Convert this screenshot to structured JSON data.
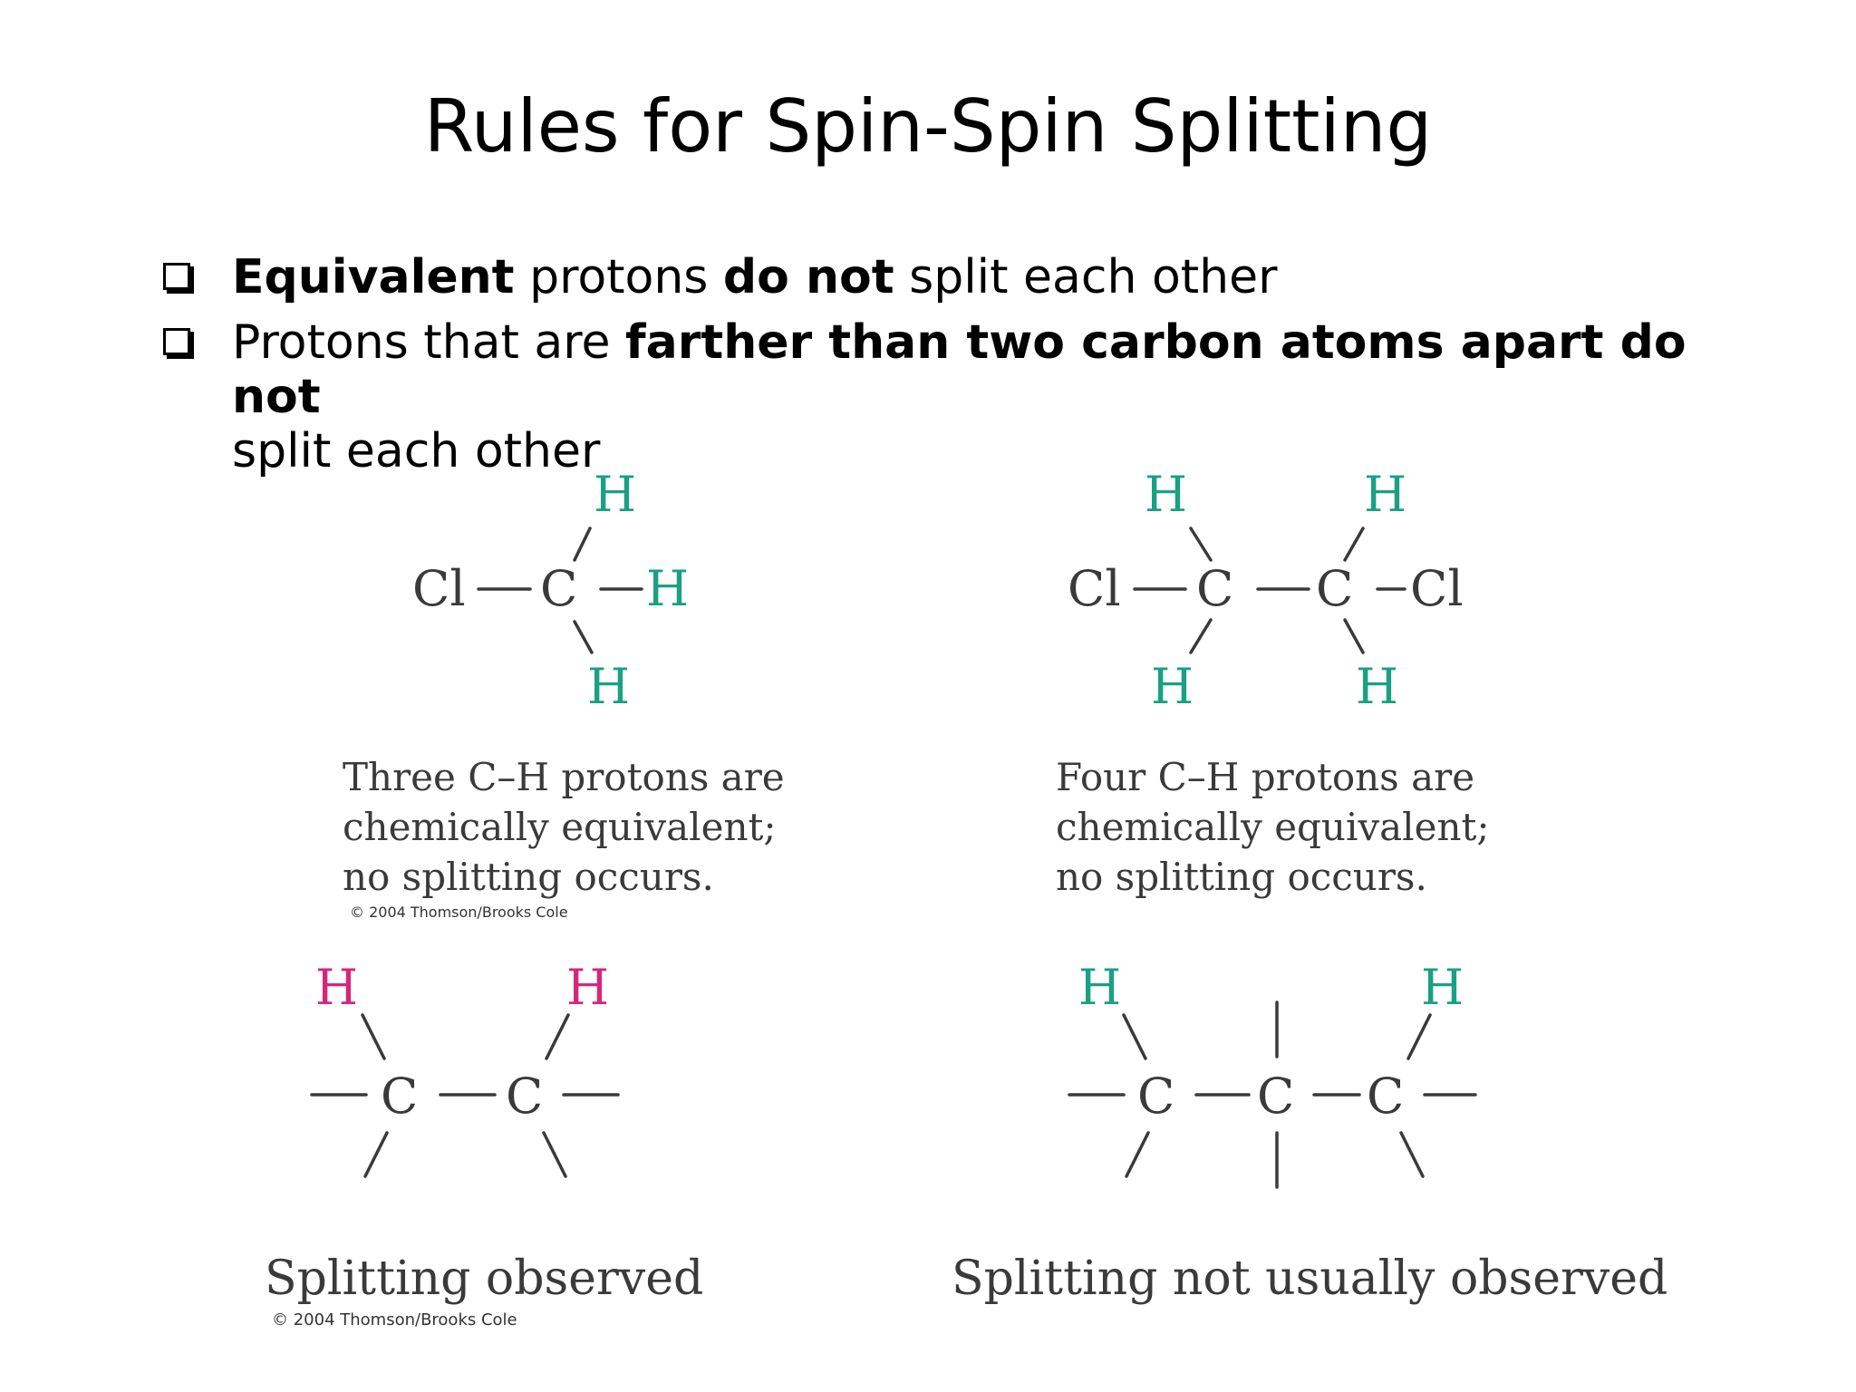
{
  "title": "Rules for Spin-Spin Splitting",
  "bullets": [
    {
      "bold1": "Equivalent",
      "text1": " protons ",
      "bold2": "do not",
      "text2": " split each other"
    },
    {
      "text1": "Protons that are ",
      "bold1": "farther than two carbon atoms apart do not",
      "text2": "split each other"
    }
  ],
  "atoms": {
    "cl": "Cl",
    "c": "C",
    "h": "H"
  },
  "captions": {
    "chloromethane": [
      "Three C–H protons are",
      "chemically equivalent;",
      "no splitting occurs."
    ],
    "dichloroethane": [
      "Four C–H protons are",
      "chemically equivalent;",
      "no splitting occurs."
    ],
    "copyright_top": "© 2004 Thomson/Brooks Cole",
    "splitting_observed": "Splitting observed",
    "splitting_not_observed": "Splitting not usually observed",
    "copyright_bottom": "© 2004 Thomson/Brooks Cole"
  },
  "colors": {
    "equivalent_h": "#1aa083",
    "coupled_h": "#d6267a",
    "bond": "#3a3a3a"
  }
}
